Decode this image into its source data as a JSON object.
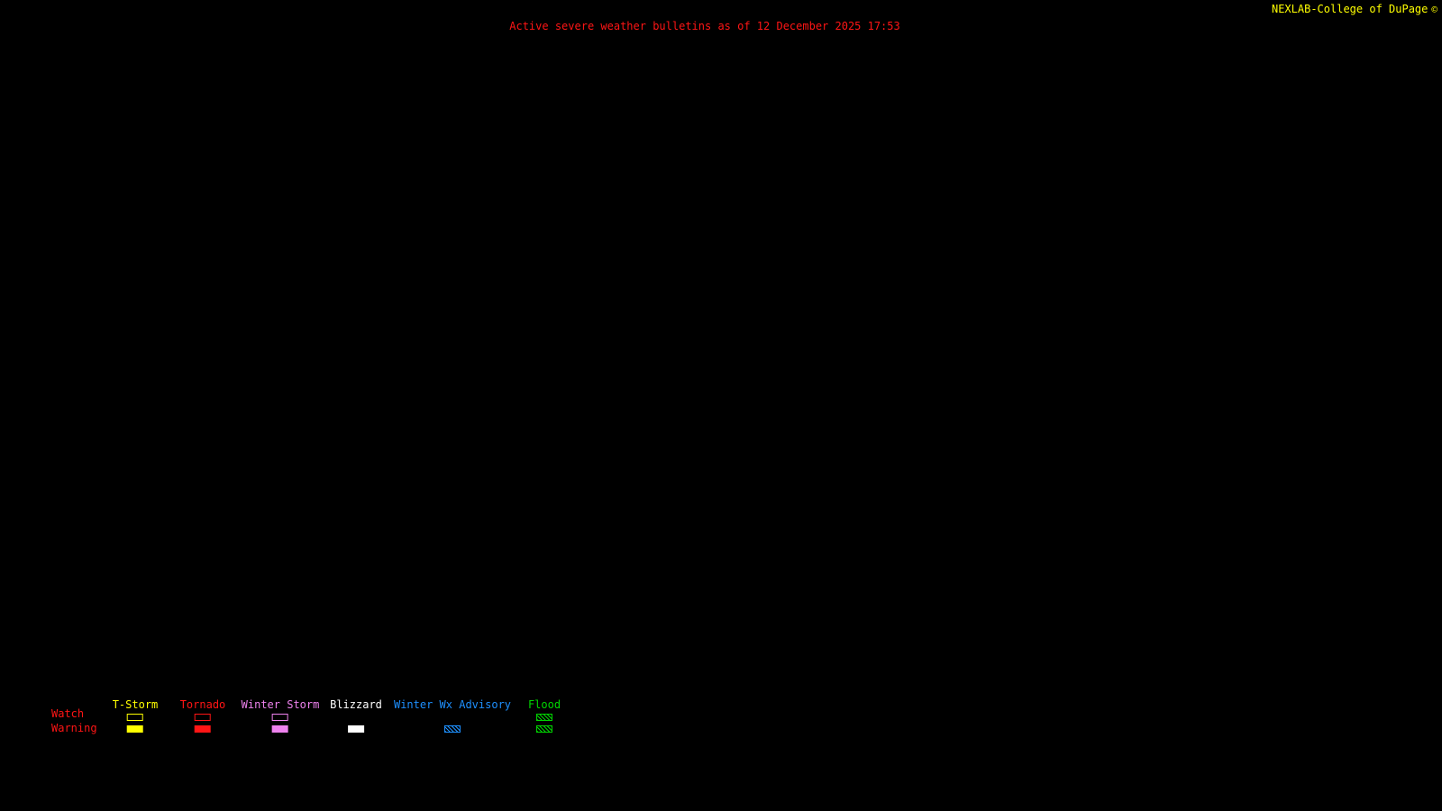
{
  "header": {
    "brand": "NEXLAB-College of DuPage",
    "brand_symbol": "©",
    "title": "Active severe weather bulletins as of 12 December 2025 17:53"
  },
  "colors": {
    "background": "#000000",
    "title_red": "#ff1515",
    "brand_yellow": "#ffff00"
  },
  "legend": {
    "row_label_color": "#ff1515",
    "rows": {
      "watch": "Watch",
      "warning": "Warning"
    },
    "columns": [
      {
        "label": "T-Storm",
        "color": "#ffff00",
        "watch": "outline",
        "warning": "filled"
      },
      {
        "label": "Tornado",
        "color": "#ff1515",
        "watch": "outline",
        "warning": "filled"
      },
      {
        "label": "Winter Storm",
        "color": "#ee82ee",
        "watch": "outline",
        "warning": "filled"
      },
      {
        "label": "Blizzard",
        "color": "#ffffff",
        "watch": "none",
        "warning": "filled"
      },
      {
        "label": "Winter Wx Advisory",
        "color": "#1e90ff",
        "watch": "none",
        "warning": "hatched"
      },
      {
        "label": "Flood",
        "color": "#00d800",
        "watch": "hatched",
        "warning": "hatched"
      }
    ]
  }
}
